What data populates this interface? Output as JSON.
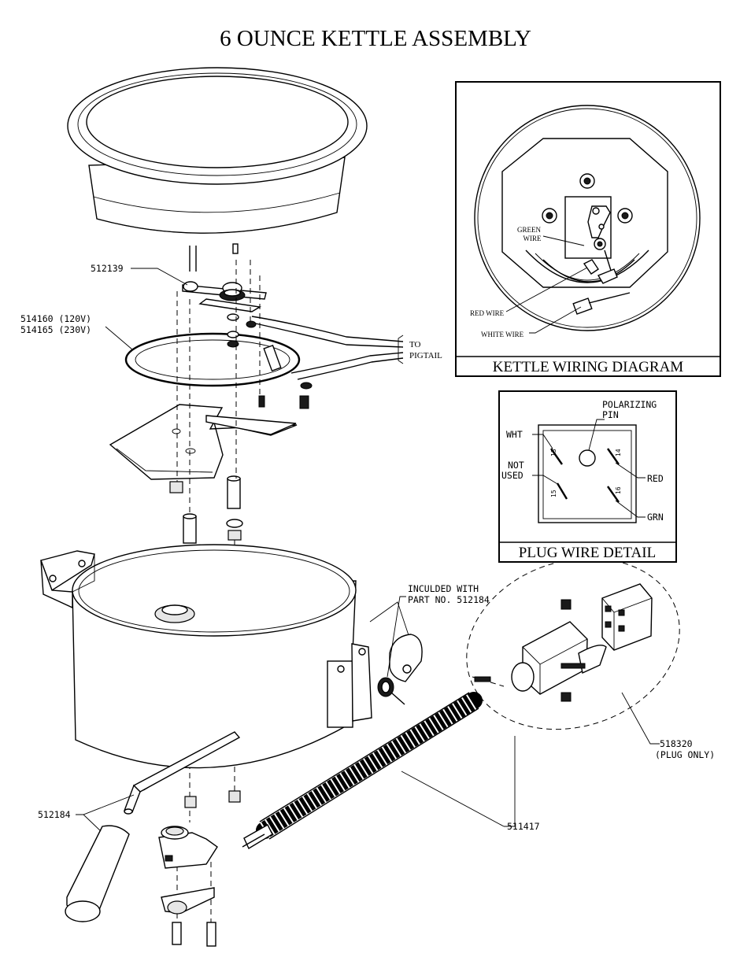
{
  "title": "6 OUNCE KETTLE ASSEMBLY",
  "kettle_wiring": {
    "caption": "KETTLE WIRING DIAGRAM",
    "green_wire": [
      "GREEN",
      "WIRE"
    ],
    "red_wire": "RED WIRE",
    "white_wire": "WHITE WIRE"
  },
  "plug_detail": {
    "caption": "PLUG WIRE DETAIL",
    "polarizing_pin": [
      "POLARIZING",
      "PIN"
    ],
    "wht": "WHT",
    "not_used": [
      "NOT",
      "USED"
    ],
    "red": "RED",
    "grn": "GRN",
    "terminals": [
      "13",
      "14",
      "15",
      "16"
    ]
  },
  "callouts": {
    "p512139": "512139",
    "p514160": "514160 (120V)",
    "p514165": "514165 (230V)",
    "to_pigtail": [
      "TO",
      "PIGTAIL"
    ],
    "included": [
      "INCULDED WITH",
      "PART NO. 512184"
    ],
    "p518320": [
      "518320",
      "(PLUG ONLY)"
    ],
    "p512184": "512184",
    "p511417": "511417"
  }
}
